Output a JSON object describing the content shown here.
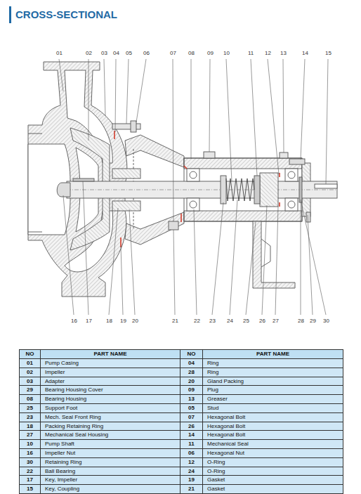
{
  "diagram": {
    "title": "CROSS-SECTIONAL",
    "labels": [
      "01",
      "02",
      "03",
      "04",
      "05",
      "06",
      "07",
      "08",
      "09",
      "10",
      "11",
      "12",
      "13",
      "14",
      "15",
      "16",
      "17",
      "18",
      "19",
      "20",
      "21",
      "22",
      "23",
      "24",
      "25",
      "26",
      "27",
      "28",
      "29",
      "30",
      "NO",
      "PART NAME",
      "NO",
      "PART NAME",
      "01",
      "Pump Casing",
      "04",
      "Ring",
      "02",
      "Impeller",
      "28",
      "Ring",
      "03",
      "Adapter",
      "20",
      "Gland Packing",
      "29",
      "Bearing Housing Cover",
      "09",
      "Plug",
      "08",
      "Bearing Housing",
      "13",
      "Greaser",
      "25",
      "Support Foot",
      "05",
      "Stud",
      "23",
      "Mech. Seal Front Ring",
      "07",
      "Hexagonal Bolt",
      "18",
      "Packing Retaining Ring",
      "26",
      "Hexagonal Bolt",
      "27",
      "Mechanical Seal Housing",
      "14",
      "Hexagonal Bolt",
      "10",
      "Pump Shaft",
      "11",
      "Mechanical Seal",
      "16",
      "Impeller Nut",
      "06",
      "Hexagonal Nut",
      "30",
      "Retaining Ring",
      "12",
      "O-Ring",
      "22",
      "Ball Bearing",
      "24",
      "O-Ring",
      "17",
      "Key, Impeller",
      "19",
      "Gasket",
      "15",
      "Key, Coupling",
      "21",
      "Gasket"
    ]
  }
}
